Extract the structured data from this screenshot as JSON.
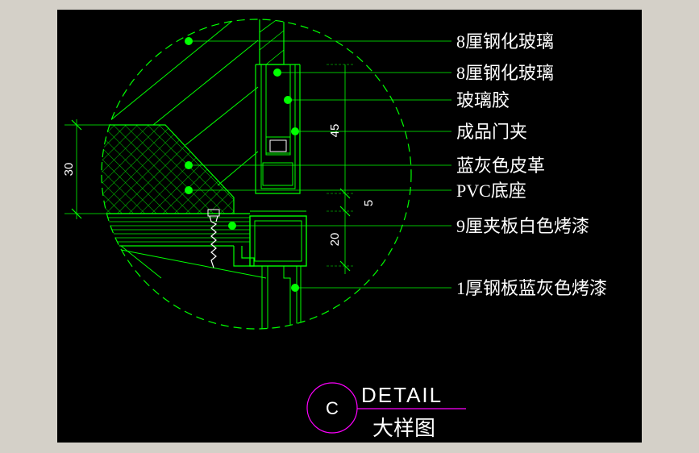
{
  "colors": {
    "background": "#000000",
    "line": "#00ff00",
    "text": "#ffffff",
    "accent": "#ff00ff"
  },
  "labels": [
    "8厘钢化玻璃",
    "8厘钢化玻璃",
    "玻璃胶",
    "成品门夹",
    "蓝灰色皮革",
    "PVC底座",
    "9厘夹板白色烤漆",
    "1厚钢板蓝灰色烤漆"
  ],
  "dimensions": {
    "d30": "30",
    "d45": "45",
    "d5": "5",
    "d20": "20"
  },
  "title": {
    "symbol": "C",
    "english": "DETAIL",
    "chinese": "大样图"
  }
}
